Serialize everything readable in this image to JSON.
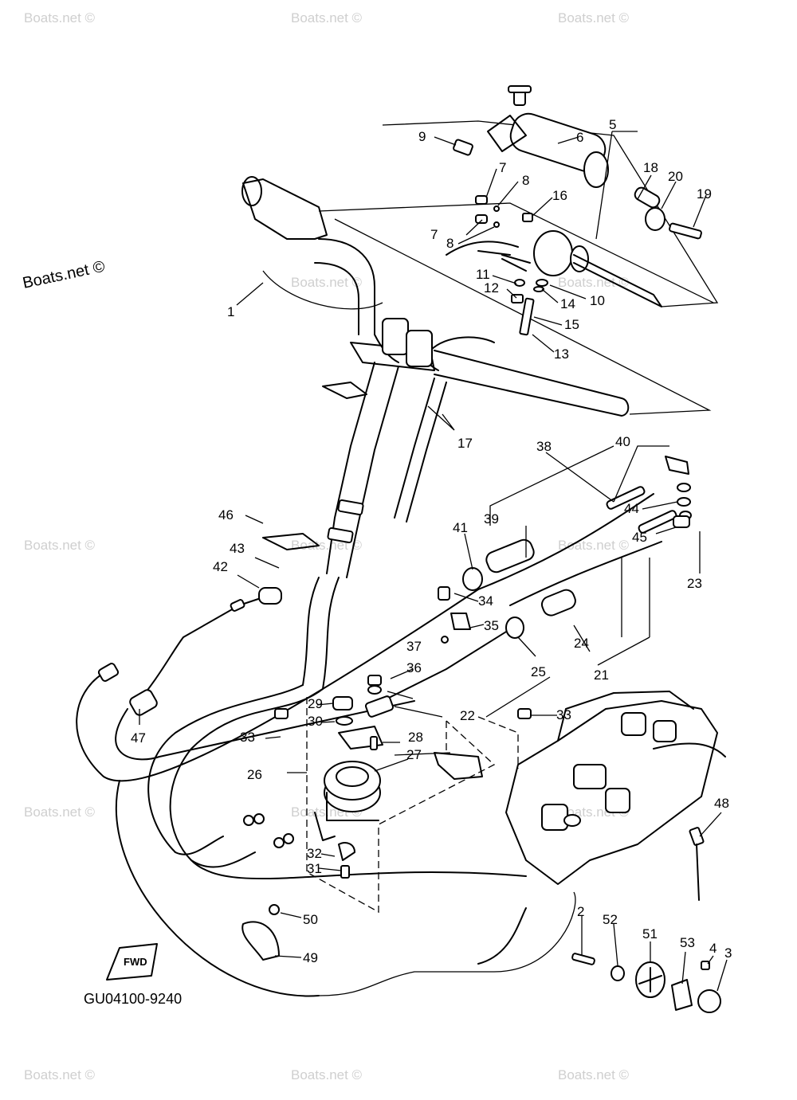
{
  "watermark": "Boats.net ©",
  "diagram_code": "GU04100-9240",
  "fwd_label": "FWD",
  "callouts": [
    {
      "id": "c1",
      "text": "1"
    },
    {
      "id": "c2",
      "text": "2"
    },
    {
      "id": "c3",
      "text": "3"
    },
    {
      "id": "c4",
      "text": "4"
    },
    {
      "id": "c5",
      "text": "5"
    },
    {
      "id": "c6",
      "text": "6"
    },
    {
      "id": "c7a",
      "text": "7"
    },
    {
      "id": "c7b",
      "text": "7"
    },
    {
      "id": "c8a",
      "text": "8"
    },
    {
      "id": "c8b",
      "text": "8"
    },
    {
      "id": "c9",
      "text": "9"
    },
    {
      "id": "c10",
      "text": "10"
    },
    {
      "id": "c11",
      "text": "11"
    },
    {
      "id": "c12",
      "text": "12"
    },
    {
      "id": "c13",
      "text": "13"
    },
    {
      "id": "c14",
      "text": "14"
    },
    {
      "id": "c15",
      "text": "15"
    },
    {
      "id": "c16",
      "text": "16"
    },
    {
      "id": "c17",
      "text": "17"
    },
    {
      "id": "c18",
      "text": "18"
    },
    {
      "id": "c19",
      "text": "19"
    },
    {
      "id": "c20",
      "text": "20"
    },
    {
      "id": "c21",
      "text": "21"
    },
    {
      "id": "c22",
      "text": "22"
    },
    {
      "id": "c23",
      "text": "23"
    },
    {
      "id": "c24",
      "text": "24"
    },
    {
      "id": "c25",
      "text": "25"
    },
    {
      "id": "c26",
      "text": "26"
    },
    {
      "id": "c27",
      "text": "27"
    },
    {
      "id": "c28",
      "text": "28"
    },
    {
      "id": "c29",
      "text": "29"
    },
    {
      "id": "c30",
      "text": "30"
    },
    {
      "id": "c31",
      "text": "31"
    },
    {
      "id": "c32",
      "text": "32"
    },
    {
      "id": "c33a",
      "text": "33"
    },
    {
      "id": "c33b",
      "text": "33"
    },
    {
      "id": "c34",
      "text": "34"
    },
    {
      "id": "c35",
      "text": "35"
    },
    {
      "id": "c36",
      "text": "36"
    },
    {
      "id": "c37",
      "text": "37"
    },
    {
      "id": "c38",
      "text": "38"
    },
    {
      "id": "c39",
      "text": "39"
    },
    {
      "id": "c40",
      "text": "40"
    },
    {
      "id": "c41",
      "text": "41"
    },
    {
      "id": "c42",
      "text": "42"
    },
    {
      "id": "c43",
      "text": "43"
    },
    {
      "id": "c44",
      "text": "44"
    },
    {
      "id": "c45",
      "text": "45"
    },
    {
      "id": "c46",
      "text": "46"
    },
    {
      "id": "c47",
      "text": "47"
    },
    {
      "id": "c48",
      "text": "48"
    },
    {
      "id": "c49",
      "text": "49"
    },
    {
      "id": "c50",
      "text": "50"
    },
    {
      "id": "c51",
      "text": "51"
    },
    {
      "id": "c52",
      "text": "52"
    },
    {
      "id": "c53",
      "text": "53"
    }
  ]
}
